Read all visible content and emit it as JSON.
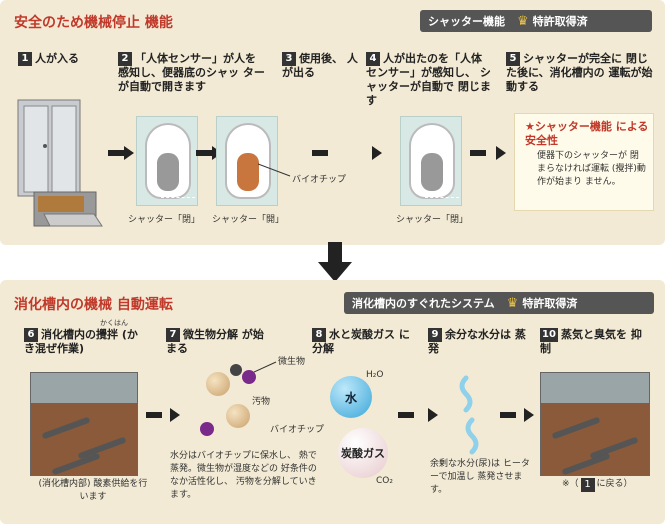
{
  "top": {
    "title": "安全のため機械停止 機能",
    "badge_label": "シャッター機能",
    "badge_patent": "特許取得済",
    "steps": [
      {
        "num": "1",
        "text": "人が入る"
      },
      {
        "num": "2",
        "text": "「人体センサー」が人を 感知し、便器底のシャッ ターが自動で開きます"
      },
      {
        "num": "3",
        "text": "使用後、 人が出る"
      },
      {
        "num": "4",
        "text": "人が出たのを「人体 センサー」が感知し、 シャッターが自動で 閉じます"
      },
      {
        "num": "5",
        "text": "シャッターが完全に 閉じた後に、消化槽内の 運転が始動する"
      }
    ],
    "captions": {
      "closed1": "シャッター「閉」",
      "open": "シャッター「開」",
      "biochip": "バイオチップ",
      "closed2": "シャッター「閉」"
    },
    "info": {
      "heading": "★シャッター機能 による安全性",
      "body": "便器下のシャッターが 閉まらなければ運転 (攪拌)動作が始まり ません。"
    }
  },
  "bottom": {
    "title": "消化槽内の機械 自動運転",
    "badge_label": "消化槽内のすぐれたシステム",
    "badge_patent": "特許取得済",
    "steps": [
      {
        "num": "6",
        "ruby": "かくはん",
        "text": "消化槽内の攪拌 (かき混ぜ作業)"
      },
      {
        "num": "7",
        "text": "微生物分解 が始まる"
      },
      {
        "num": "8",
        "text": "水と炭酸ガス に分解"
      },
      {
        "num": "9",
        "text": "余分な水分は 蒸発"
      },
      {
        "num": "10",
        "text": "蒸気と臭気を 抑制"
      }
    ],
    "labels": {
      "microbe": "微生物",
      "dirt": "汚物",
      "biochip": "バイオチップ",
      "h2o": "H₂O",
      "water": "水",
      "co2gas": "炭酸ガス",
      "co2": "CO₂"
    },
    "notes": {
      "tank": "(消化槽内部) 酸素供給を行います",
      "decomp": "水分はバイオチップに保水し、 熱で蒸発。微生物が湿度などの 好条件のなか活性化し、 汚物を分解していきます。",
      "evap": "余剰な水分(尿)は ヒーターで加温し 蒸発させます。",
      "back_prefix": "※（",
      "back_num": "1",
      "back_suffix": "に戻る）"
    }
  },
  "colors": {
    "panel": "#f2ead4",
    "title": "#c0392b",
    "badge": "#555555",
    "water_ball": "#3aa6d8",
    "co2_ball": "#e7c9cc"
  }
}
